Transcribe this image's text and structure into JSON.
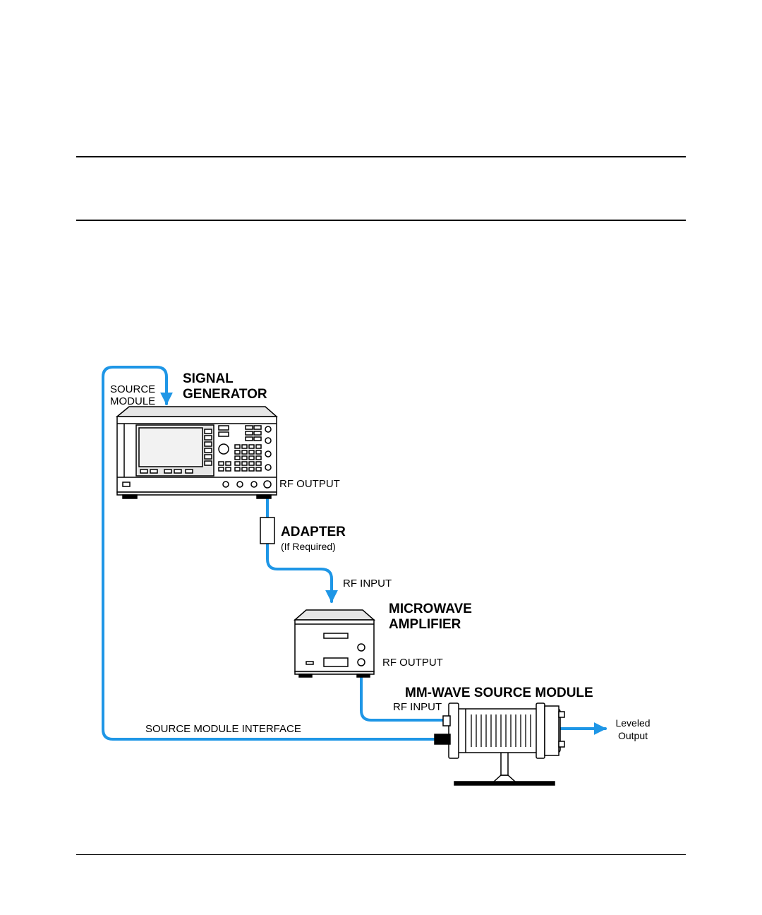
{
  "labels": {
    "signal_generator": [
      "SIGNAL",
      "GENERATOR"
    ],
    "source_module_port": [
      "SOURCE",
      "MODULE"
    ],
    "sg_rf_output": "RF OUTPUT",
    "adapter": "ADAPTER",
    "adapter_note": "(If Required)",
    "amp_rf_input": "RF INPUT",
    "microwave_amplifier": [
      "MICROWAVE",
      "AMPLIFIER"
    ],
    "amp_rf_output": "RF OUTPUT",
    "mm_wave_source_module": "MM-WAVE SOURCE MODULE",
    "mm_rf_input": "RF INPUT",
    "source_module_interface": "SOURCE MODULE INTERFACE",
    "leveled_output": [
      "Leveled",
      "Output"
    ]
  },
  "colors": {
    "cable": "#1e96e6",
    "outline": "#000000",
    "panel": "#e6e6e6",
    "screen": "#f2f2f2"
  }
}
